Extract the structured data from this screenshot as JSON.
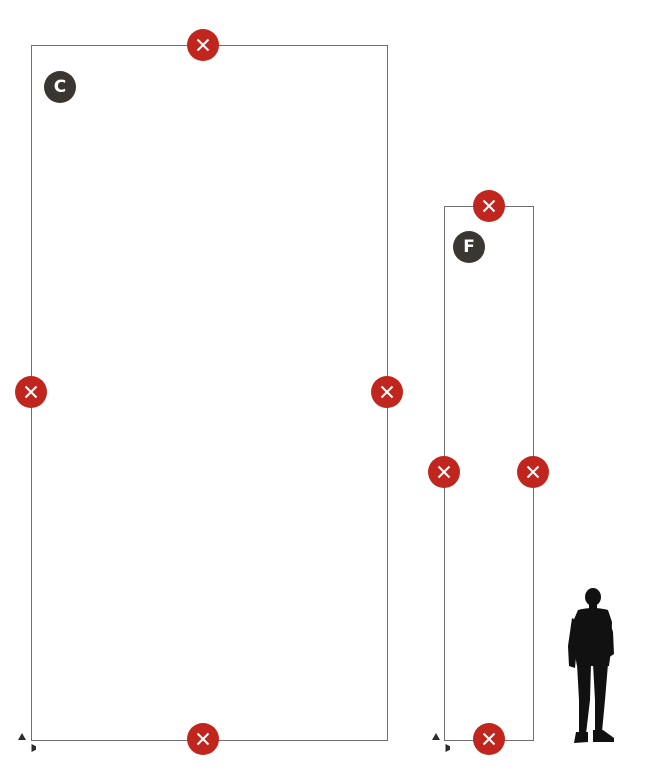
{
  "panels": [
    {
      "id": "C",
      "label": "C"
    },
    {
      "id": "F",
      "label": "F"
    }
  ],
  "icons": {
    "marker": "close-icon",
    "origin": "axis-origin-arrows-icon",
    "scale_figure": "person-silhouette-icon"
  },
  "colors": {
    "marker_fill": "#c0261d",
    "marker_symbol": "#ffffff",
    "badge_fill": "#3a3632",
    "outline": "#6f6f6f",
    "silhouette": "#111111"
  }
}
